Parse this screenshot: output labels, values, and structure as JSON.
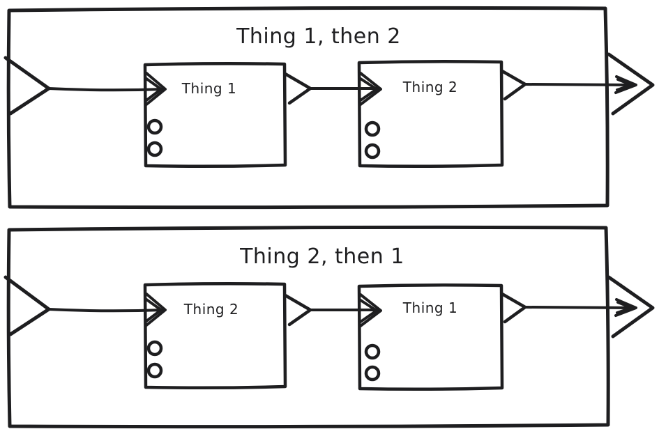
{
  "colors": {
    "ink": "#1e1e20",
    "panel_fill": "#f5f6f8",
    "box_fill": "#fefefe",
    "page_bg": "#ffffff"
  },
  "panels": [
    {
      "title": "Thing 1, then 2",
      "boxes": [
        {
          "label": "Thing 1"
        },
        {
          "label": "Thing 2"
        }
      ]
    },
    {
      "title": "Thing 2, then 1",
      "boxes": [
        {
          "label": "Thing 2"
        },
        {
          "label": "Thing 1"
        }
      ]
    }
  ]
}
